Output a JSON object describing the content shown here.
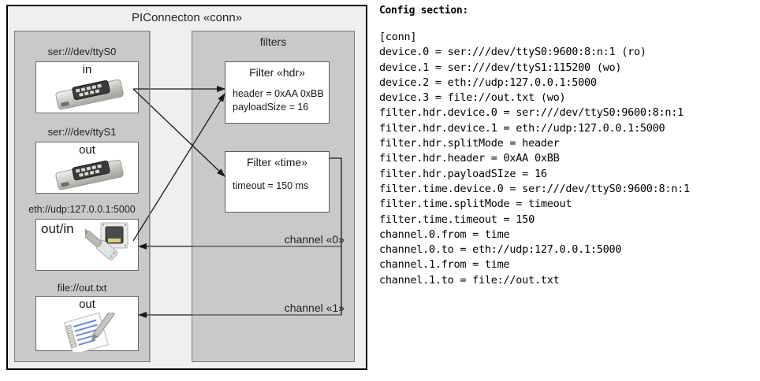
{
  "diagram": {
    "frame_title": "PIConnecton «conn»",
    "devices_group": {
      "devices": [
        {
          "url": "ser:///dev/ttyS0",
          "direction": "in",
          "icon": "serial-port-icon"
        },
        {
          "url": "ser:///dev/ttyS1",
          "direction": "out",
          "icon": "serial-port-icon"
        },
        {
          "url": "eth://udp:127.0.0.1:5000",
          "direction": "out/in",
          "icon": "ethernet-jack-icon"
        },
        {
          "url": "file://out.txt",
          "direction": "out",
          "icon": "text-file-icon"
        }
      ]
    },
    "filters_group": {
      "title": "filters",
      "filters": [
        {
          "title": "Filter «hdr»",
          "props": [
            "header = 0xAA 0xBB",
            "payloadSize = 16"
          ]
        },
        {
          "title": "Filter «time»",
          "props": [
            "timeout = 150 ms"
          ]
        }
      ],
      "channels": [
        {
          "label": "channel «0»"
        },
        {
          "label": "channel «1»"
        }
      ]
    },
    "colors": {
      "frame_bg": "#efefef",
      "group_bg": "#c9c9c9",
      "box_bg": "#ffffff",
      "stroke": "#000000"
    }
  },
  "config": {
    "heading": "Config section:",
    "lines": [
      "[conn]",
      "device.0 = ser:///dev/ttyS0:9600:8:n:1 (ro)",
      "device.1 = ser:///dev/ttyS1:115200 (wo)",
      "device.2 = eth://udp:127.0.0.1:5000",
      "device.3 = file://out.txt (wo)",
      "filter.hdr.device.0 = ser:///dev/ttyS0:9600:8:n:1",
      "filter.hdr.device.1 = eth://udp:127.0.0.1:5000",
      "filter.hdr.splitMode = header",
      "filter.hdr.header = 0xAA 0xBB",
      "filter.hdr.payloadSIze = 16",
      "filter.time.device.0 = ser:///dev/ttyS0:9600:8:n:1",
      "filter.time.splitMode = timeout",
      "filter.time.timeout = 150",
      "channel.0.from = time",
      "channel.0.to = eth://udp:127.0.0.1:5000",
      "channel.1.from = time",
      "channel.1.to = file://out.txt"
    ]
  }
}
